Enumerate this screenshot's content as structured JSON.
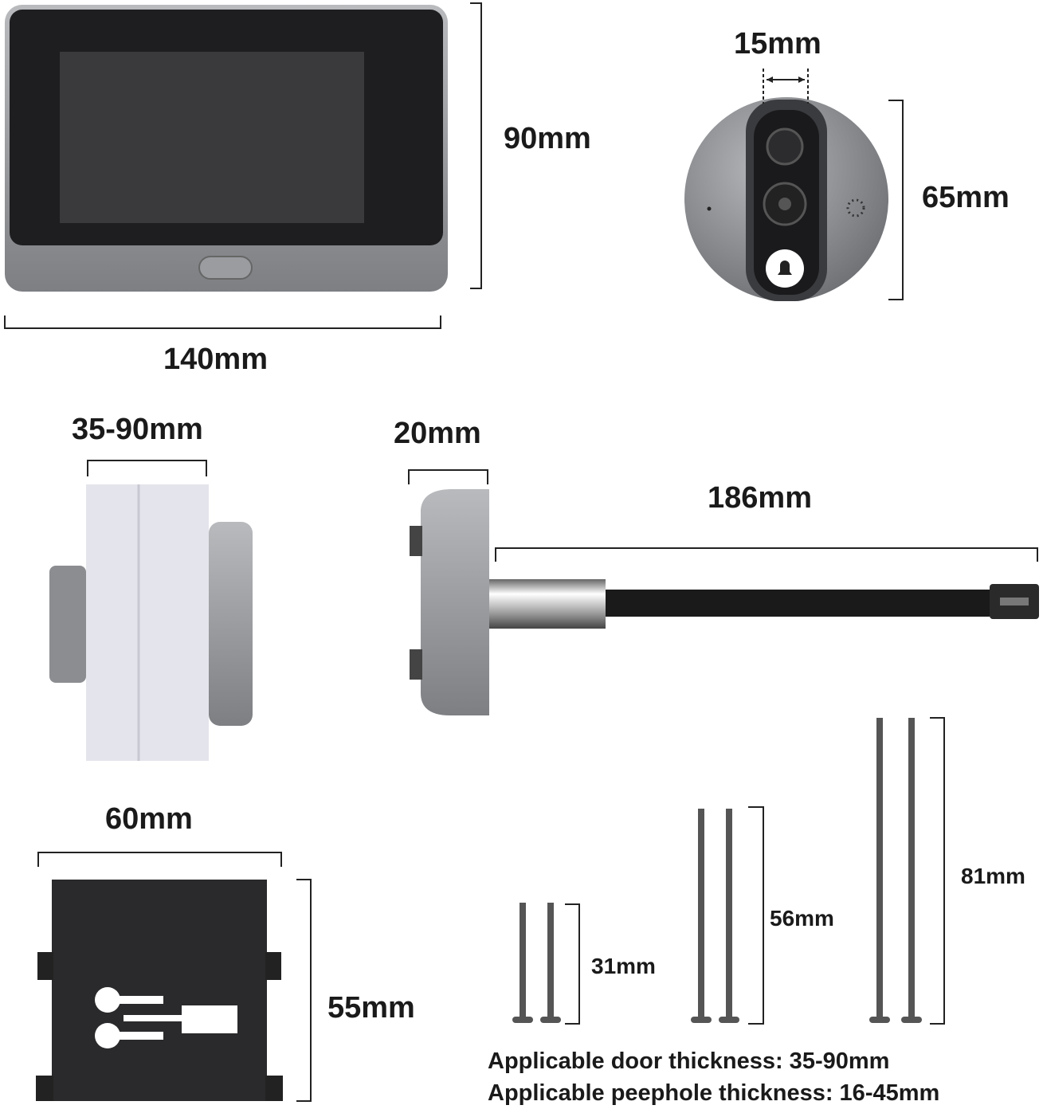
{
  "monitor": {
    "height_label": "90mm",
    "width_label": "140mm"
  },
  "camera": {
    "lens_width_label": "15mm",
    "diameter_label": "65mm"
  },
  "door_side": {
    "thickness_label": "35-90mm"
  },
  "camera_side": {
    "depth_label": "20mm",
    "cable_length_label": "186mm"
  },
  "bracket": {
    "width_label": "60mm",
    "height_label": "55mm"
  },
  "screws": [
    {
      "length_label": "31mm"
    },
    {
      "length_label": "56mm"
    },
    {
      "length_label": "81mm"
    }
  ],
  "notes": {
    "door_thickness": "Applicable door thickness: 35-90mm",
    "peephole_thickness": "Applicable peephole thickness: 16-45mm"
  },
  "colors": {
    "device_silver": "#8a8c90",
    "screen_dark": "#1e1e20",
    "bracket_black": "#2a2a2c",
    "door_panel": "#e4e4ec"
  }
}
